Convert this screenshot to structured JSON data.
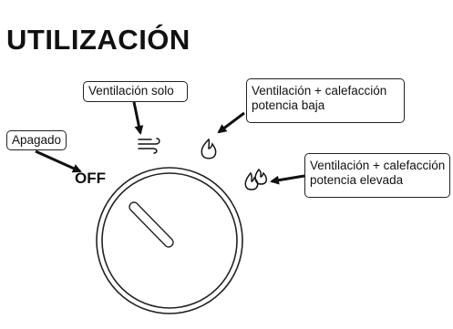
{
  "title": "UTILIZACIÓN",
  "callouts": {
    "apagado": "Apagado",
    "ventilacion_solo": "Ventilación solo",
    "baja_line1": "Ventilación + calefacción",
    "baja_line2": "potencia baja",
    "elevada_line1": "Ventilación + calefacción",
    "elevada_line2": "potencia elevada"
  },
  "dial": {
    "off_label": "OFF",
    "positions": [
      "off-icon",
      "fan-icon",
      "single-flame-icon",
      "double-flame-icon"
    ]
  }
}
